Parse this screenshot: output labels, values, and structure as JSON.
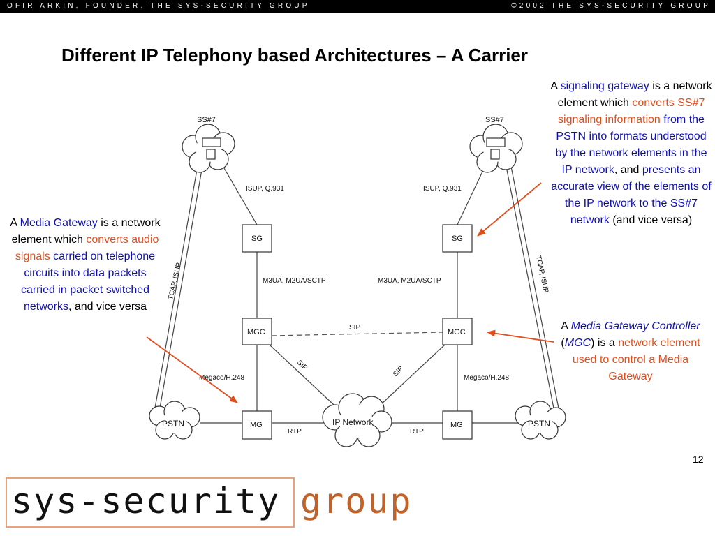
{
  "header": {
    "left_text": "OFIR ARKIN, FOUNDER, THE SYS-SECURITY GROUP",
    "right_text": "©2002 THE SYS-SECURITY GROUP"
  },
  "title": "Different IP Telephony based Architectures – A Carrier",
  "diagram": {
    "ss7_left": "SS#7",
    "ss7_right": "SS#7",
    "isup_left": "ISUP, Q.931",
    "isup_right": "ISUP, Q.931",
    "sg_left": "SG",
    "sg_right": "SG",
    "m3ua_left": "M3UA, M2UA/SCTP",
    "m3ua_right": "M3UA, M2UA/SCTP",
    "mgc_left": "MGC",
    "mgc_right": "MGC",
    "sip_top": "SIP",
    "sip_left": "SIP",
    "sip_right": "SIP",
    "megaco_left": "Megaco/H.248",
    "megaco_right": "Megaco/H.248",
    "mg_left": "MG",
    "mg_right": "MG",
    "rtp_left": "RTP",
    "rtp_right": "RTP",
    "pstn_left": "PSTN",
    "pstn_right": "PSTN",
    "ip_network": "IP Network",
    "tcap_left": "TCAP, ISUP",
    "tcap_right": "TCAP, ISUP"
  },
  "media_gateway_note": {
    "p1": "A ",
    "p2": "Media Gateway",
    "p3": " is a network element which ",
    "p4": "converts audio signals",
    "p5": " carried on telephone circuits into data packets carried in packet switched networks",
    "p6": ", and vice versa"
  },
  "signaling_gateway_note": {
    "p1": "A ",
    "p2": "signaling gateway",
    "p3": " is a network element which ",
    "p4": "converts SS#7 signaling information",
    "p5": " from the PSTN into formats understood by the network elements in the IP network",
    "p6": ", and ",
    "p7": "presents an accurate view of the elements of the IP network to the SS#7 network",
    "p8": " (and vice versa)"
  },
  "mgc_note": {
    "p1": "A ",
    "p2": "Media Gateway Controller",
    "p3": " (",
    "p4": "MGC",
    "p5": ") is a ",
    "p6": "network element used to control a Media Gateway"
  },
  "page_number": "12",
  "logo": {
    "part1": "sys-security",
    "part2": "group"
  },
  "colors": {
    "blue_text": "#1010b0",
    "red_text": "#e04e1e",
    "arrow": "#e04e1e",
    "logo_accent": "#c0622a"
  }
}
